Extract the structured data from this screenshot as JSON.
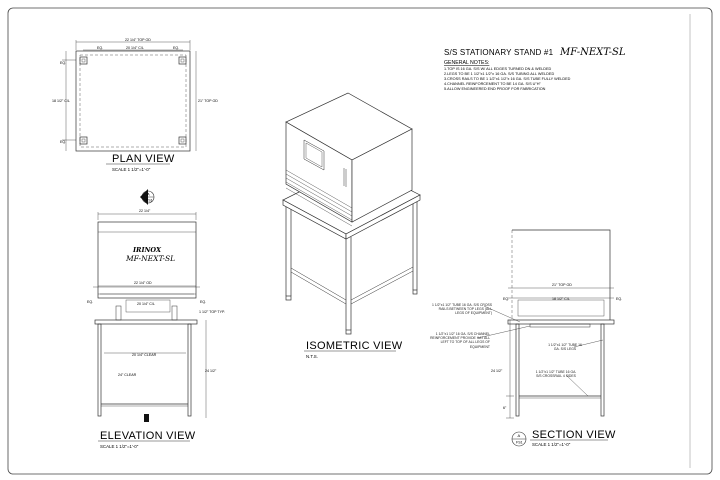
{
  "sheet": {
    "title_prefix": "S/S STATIONARY STAND #1",
    "title_model": "MF-NEXT-SL",
    "general_notes_heading": "GENERAL NOTES:",
    "general_notes": [
      "1.TOP IS 16 GA. S/S W/ ALL EDGES TURNED DN & WELDED",
      "2.LEGS TO BE 1 1/2\"x1 1/2\"x 16 GA. S/S TUBING ALL WELDED",
      "3.CROSS RAILS TO BE 1 1/2\"x1 1/2\"x 16 GA. S/S TUBE FULLY WELDED",
      "4.CHANNEL REINFORCEMENT TO BE 14 GA. S/S U\"H\"",
      "5.ALLOW ENGINEERED END PROOF FOR FABRICATION"
    ]
  },
  "plan_view": {
    "title": "PLAN VIEW",
    "scale": "SCALE 1 1/2\"=1'-0\"",
    "dim_top": "22 1/4\" TOP OD",
    "dim_top_inner": "20 1/4\" C/L",
    "dim_left": "18 1/2\" C/L",
    "dim_right": "21\" TOP OD",
    "eq": "EQ."
  },
  "section_marker": {
    "letter": "A",
    "sheet": "FS1"
  },
  "elevation_view": {
    "title": "ELEVATION VIEW",
    "scale": "SCALE 1 1/2\"=1'-0\"",
    "brand": "IRINOX",
    "model": "MF-NEXT-SL",
    "dim_equipment": "22 1/4\"",
    "dim_top_od": "22 1/4\" OD",
    "dim_top_cl": "20 1/4\" C/L",
    "eq": "EQ.",
    "dim_thickness": "1 1/2\" TOP TYP.",
    "dim_clear": "20 1/4\" CLEAR",
    "dim_height": "24 1/2\"",
    "dim_bottom": "24\" CLEAR"
  },
  "isometric_view": {
    "title": "ISOMETRIC VIEW",
    "scale": "N.T.S."
  },
  "section_view": {
    "title": "SECTION VIEW",
    "scale": "SCALE 1 1/2\"=1'-0\"",
    "marker_letter": "A",
    "marker_sheet": "FS1",
    "dim_top_od": "21\" TOP OD",
    "dim_top_cl": "18 1/2\" C/L",
    "eq": "EQ.",
    "callout_1": "1 1/2\"x1 1/2\" TUBE 16 GA. S/S CROSS RAILS BETWEEN TOP LEGS (ALL LEGS OF EQUIPMENT)",
    "callout_2": "1 1/2\"x1 1/2\" 16 GA. S/S CHANNEL REINFORCEMENT PROVIDE HAT ALL LEFT TO TOP OF ALL LEGS OF EQUIPMENT",
    "callout_3": "1 1/2\"x1 1/2\" TUBE 16 GA. S/S LEGS",
    "callout_4": "1 1/2\"x1 1/2\" TUBE 16 GA. S/S CROSSRAIL 4 SIDES",
    "dim_height": "24 1/2\"",
    "dim_foot": "6\""
  }
}
